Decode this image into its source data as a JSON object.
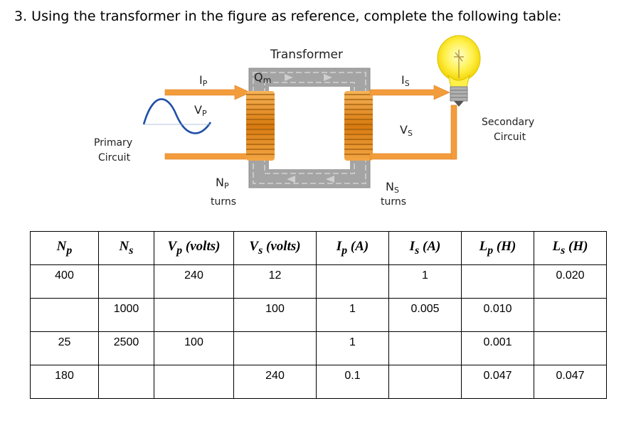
{
  "question": "3. Using the transformer in the figure as reference, complete the following table:",
  "figure": {
    "title": "Transformer",
    "flux_label": "Q",
    "flux_sub": "m",
    "ip_label": "I",
    "ip_sub": "P",
    "vp_label": "V",
    "vp_sub": "P",
    "is_label": "I",
    "is_sub": "S",
    "vs_label": "V",
    "vs_sub": "S",
    "np_label": "N",
    "np_sub": "P",
    "ns_label": "N",
    "ns_sub": "S",
    "np_turns": "turns",
    "ns_turns": "turns",
    "primary_line1": "Primary",
    "primary_line2": "Circuit",
    "secondary_line1": "Secondary",
    "secondary_line2": "Circuit"
  },
  "table": {
    "headers": [
      "Np",
      "Ns",
      "Vp (volts)",
      "Vs (volts)",
      "Ip (A)",
      "Is (A)",
      "Lp (H)",
      "Ls (H)"
    ],
    "rows": [
      [
        "400",
        "",
        "240",
        "12",
        "",
        "1",
        "",
        "0.020"
      ],
      [
        "",
        "1000",
        "",
        "100",
        "1",
        "0.005",
        "0.010",
        ""
      ],
      [
        "25",
        "2500",
        "100",
        "",
        "1",
        "",
        "0.001",
        ""
      ],
      [
        "180",
        "",
        "",
        "240",
        "0.1",
        "",
        "0.047",
        "0.047"
      ]
    ]
  },
  "colors": {
    "core": "#a9a9a9",
    "core_inner": "#b8b8b8",
    "coil": "#e08a1e",
    "arrow": "#f39c3c",
    "wire": "#f5a04a",
    "sine": "#1f4fa8",
    "bulb": "#fff35a"
  }
}
